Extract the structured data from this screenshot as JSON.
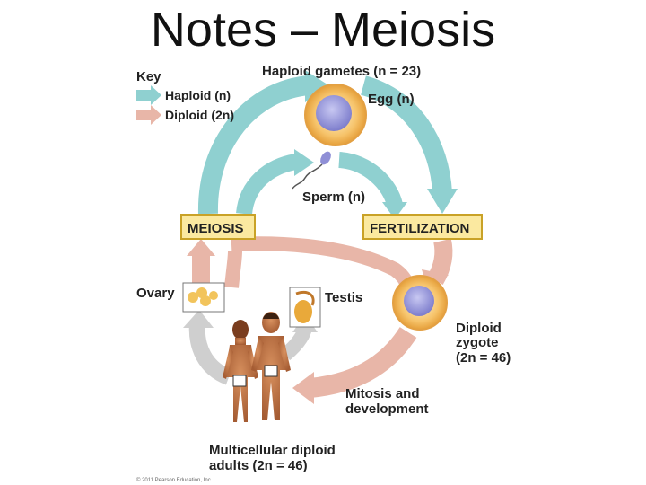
{
  "title": "Notes – Meiosis",
  "key": {
    "heading": "Key",
    "haploid_label": "Haploid (n)",
    "diploid_label": "Diploid (2n)",
    "haploid_color": "#8fd0d0",
    "diploid_color": "#e8b6a8"
  },
  "labels": {
    "haploid_gametes": "Haploid gametes (n = 23)",
    "egg": "Egg (n)",
    "sperm": "Sperm (n)",
    "meiosis": "MEIOSIS",
    "fertilization": "FERTILIZATION",
    "ovary": "Ovary",
    "testis": "Testis",
    "zygote_line1": "Diploid",
    "zygote_line2": "zygote",
    "zygote_line3": "(2n = 46)",
    "mitosis_line1": "Mitosis and",
    "mitosis_line2": "development",
    "adults_line1": "Multicellular diploid",
    "adults_line2": "adults (2n = 46)",
    "copyright": "© 2011 Pearson Education, Inc."
  },
  "colors": {
    "box_fill": "#fbe9a0",
    "box_stroke": "#c9a227",
    "cell_fill": "#f7c873",
    "nucleus_fill": "#8f8fd6",
    "adult_arrow": "#cfcfcf"
  }
}
